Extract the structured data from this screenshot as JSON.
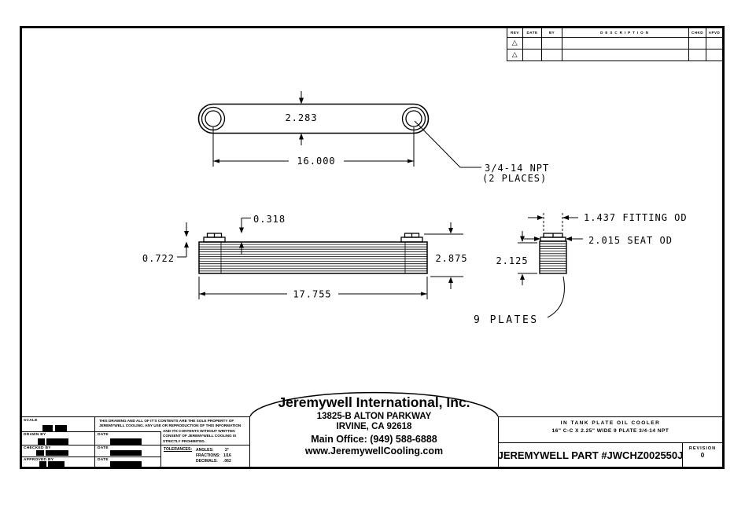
{
  "revision_table": {
    "headers": [
      "REV",
      "DATE",
      "BY",
      "DESCRIPTION",
      "CHKD",
      "APVD"
    ],
    "rows": [
      {
        "rev_symbol": "△"
      },
      {
        "rev_symbol": "△"
      }
    ]
  },
  "drawing": {
    "top_view": {
      "width_dim": "2.283",
      "length_dim": "16.000",
      "port_note_line1": "3/4-14 NPT",
      "port_note_line2": "(2 PLACES)"
    },
    "front_view": {
      "fitting_height_dim": "0.318",
      "left_height_dim": "0.722",
      "overall_height_dim": "2.875",
      "overall_length_dim": "17.755"
    },
    "end_view": {
      "stack_width_dim": "2.125",
      "fitting_od_dim": "1.437 FITTING OD",
      "seat_od_dim": "2.015 SEAT OD",
      "plates_note": "9 PLATES"
    }
  },
  "title_block": {
    "scale_label": "SCALE",
    "drawn_by_label": "DRAWN BY",
    "checked_by_label": "CHECKED BY",
    "approved_by_label": "APPROVED BY",
    "date_label": "DATE",
    "notice_part1": "THIS DRAWING AND ALL OF IT'S CONTENTS ARE THE SOLE PROPERTY OF JEREMYWELL COOLING. ANY USE OR REPRODUCTION OF THIS INFORMATION",
    "notice_part2": "AND ITS CONTENTS WITHOUT WRITTEN CONSENT OF JEREMYWELL COOLING IS STRICTLY PROHIBITED.",
    "tolerances_label": "TOLERANCES:",
    "tolerances": [
      {
        "name": "ANGLES:",
        "value": "2°"
      },
      {
        "name": "FRACTIONS:",
        "value": "1/16"
      },
      {
        "name": "DECIMALS:",
        "value": ".062"
      }
    ],
    "company": {
      "name": "Jeremywell International, Inc.",
      "address_line1": "13825-B ALTON PARKWAY",
      "address_line2": "IRVINE, CA 92618",
      "phone": "Main Office: (949) 588-6888",
      "website": "www.JeremywellCooling.com"
    },
    "part_info": {
      "description_line1": "IN TANK PLATE OIL COOLER",
      "description_line2": "16\" C-C X 2.25\" WIDE 9  PLATE 3/4-14 NPT",
      "part_number": "JEREMYWELL PART #JWCHZ002550J",
      "revision_label": "REVISION",
      "revision_value": "0"
    }
  },
  "colors": {
    "line": "#000000",
    "background": "#ffffff"
  }
}
